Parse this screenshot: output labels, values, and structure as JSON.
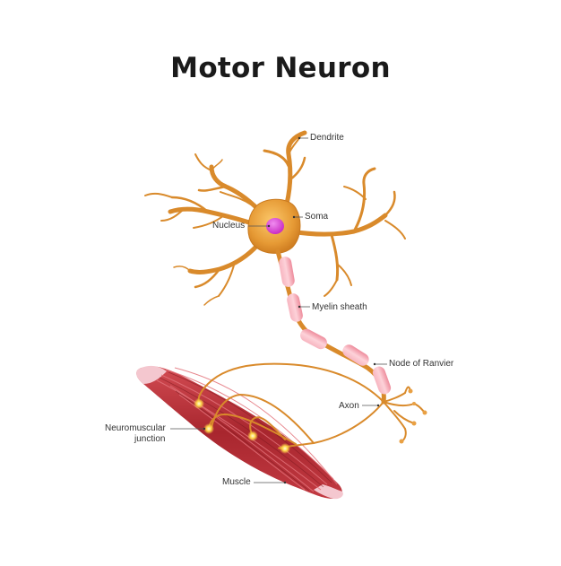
{
  "title": "Motor Neuron",
  "labels": {
    "dendrite": "Dendrite",
    "soma": "Soma",
    "nucleus": "Nucleus",
    "myelin_sheath": "Myelin sheath",
    "node_of_ranvier": "Node of Ranvier",
    "axon": "Axon",
    "neuromuscular_junction_line1": "Neuromuscular",
    "neuromuscular_junction_line2": "junction",
    "muscle": "Muscle"
  },
  "colors": {
    "neuron": "#d98a2b",
    "neuron_highlight": "#f2b24d",
    "nucleus": "#d63fd0",
    "myelin": "#f29aa8",
    "muscle": "#b8333a",
    "muscle_tendon": "#f4c7cf",
    "junction": "#ffd84a",
    "text": "#1a1a1a"
  }
}
